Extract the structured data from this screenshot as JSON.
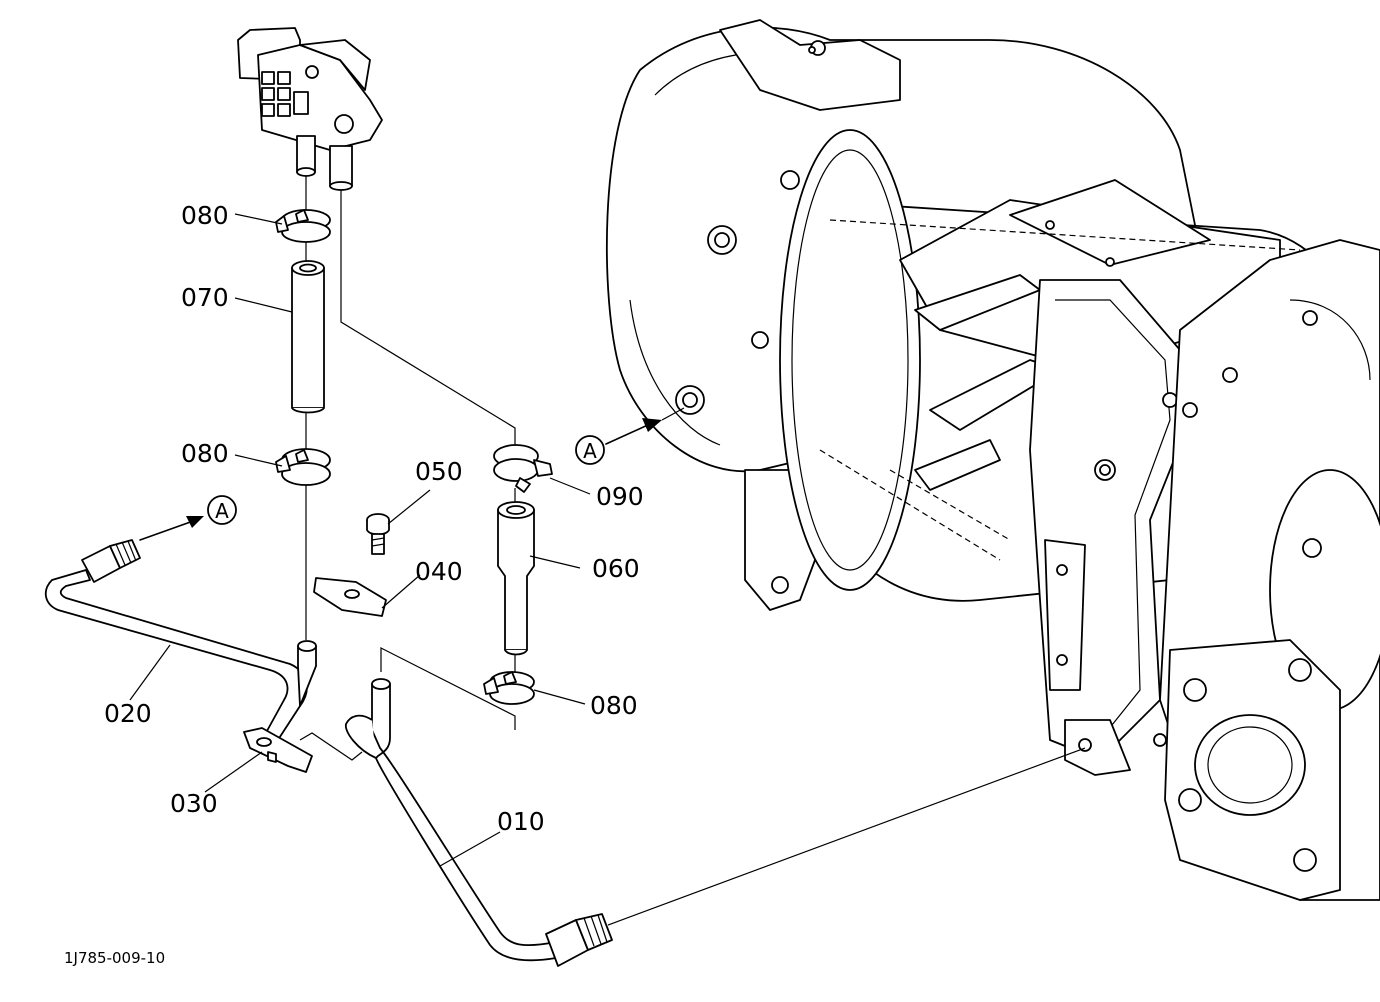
{
  "diagram": {
    "drawing_number": "1J785-009-10",
    "view_marker": "A",
    "callouts": [
      {
        "id": "010",
        "text": "010"
      },
      {
        "id": "020",
        "text": "020"
      },
      {
        "id": "030",
        "text": "030"
      },
      {
        "id": "040",
        "text": "040"
      },
      {
        "id": "050",
        "text": "050"
      },
      {
        "id": "060",
        "text": "060"
      },
      {
        "id": "070",
        "text": "070"
      },
      {
        "id": "080a",
        "text": "080"
      },
      {
        "id": "080b",
        "text": "080"
      },
      {
        "id": "080c",
        "text": "080"
      },
      {
        "id": "090",
        "text": "090"
      }
    ]
  }
}
